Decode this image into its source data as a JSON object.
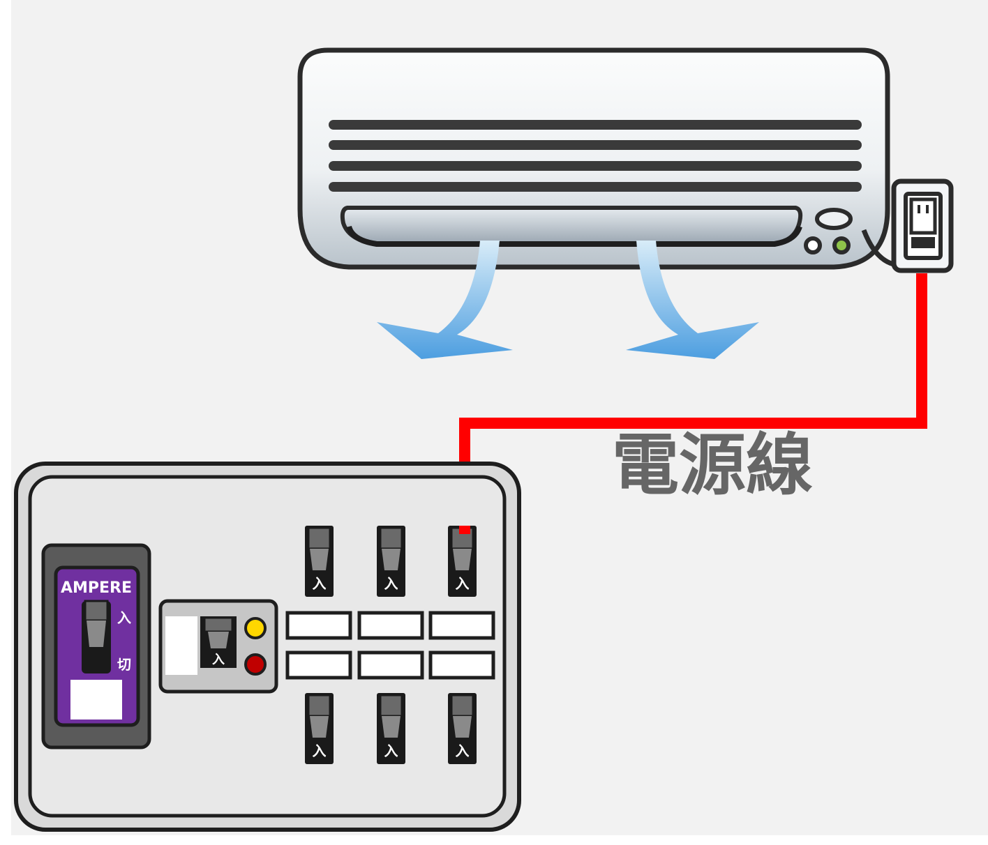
{
  "label_power_cord": "電源線",
  "main_breaker": {
    "brand": "AMPERE",
    "on_label": "入",
    "off_label": "切"
  },
  "leakage_breaker": {
    "on_label": "入"
  },
  "branch_breakers": {
    "top": [
      {
        "on_label": "入"
      },
      {
        "on_label": "入"
      },
      {
        "on_label": "入"
      }
    ],
    "bottom": [
      {
        "on_label": "入"
      },
      {
        "on_label": "入"
      },
      {
        "on_label": "入"
      }
    ]
  },
  "colors": {
    "background": "#f2f2f2",
    "power_cord": "#ff0000",
    "label_text": "#666666",
    "main_breaker": "#7030a0",
    "indicator_yellow": "#ffd700",
    "indicator_red": "#c00000",
    "airflow": "#5aa5e0"
  },
  "icons": [
    "air-conditioner-icon",
    "power-outlet-icon",
    "airflow-arrow-icon",
    "breaker-switch-icon"
  ]
}
